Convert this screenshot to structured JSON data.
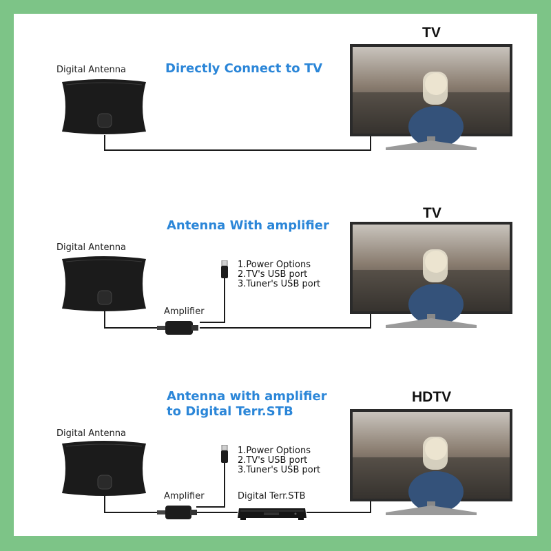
{
  "sections": [
    {
      "heading_lines": [
        "Directly Connect to TV"
      ],
      "tv_title": "TV",
      "antenna_label": "Digital Antenna"
    },
    {
      "heading_lines": [
        "Antenna With amplifier"
      ],
      "tv_title": "TV",
      "antenna_label": "Digital Antenna",
      "amplifier_label": "Amplifier",
      "power_options": [
        "1.Power Options",
        "2.TV's USB port",
        "3.Tuner's USB port"
      ]
    },
    {
      "heading_lines": [
        "Antenna with amplifier",
        "to Digital Terr.STB"
      ],
      "tv_title": "HDTV",
      "antenna_label": "Digital Antenna",
      "amplifier_label": "Amplifier",
      "stb_label": "Digital Terr.STB",
      "power_options": [
        "1.Power Options",
        "2.TV's USB port",
        "3.Tuner's USB port"
      ]
    }
  ],
  "colors": {
    "border_green": "#7dc487",
    "heading_blue": "#2b86d8",
    "cable": "#1a1a1a"
  }
}
